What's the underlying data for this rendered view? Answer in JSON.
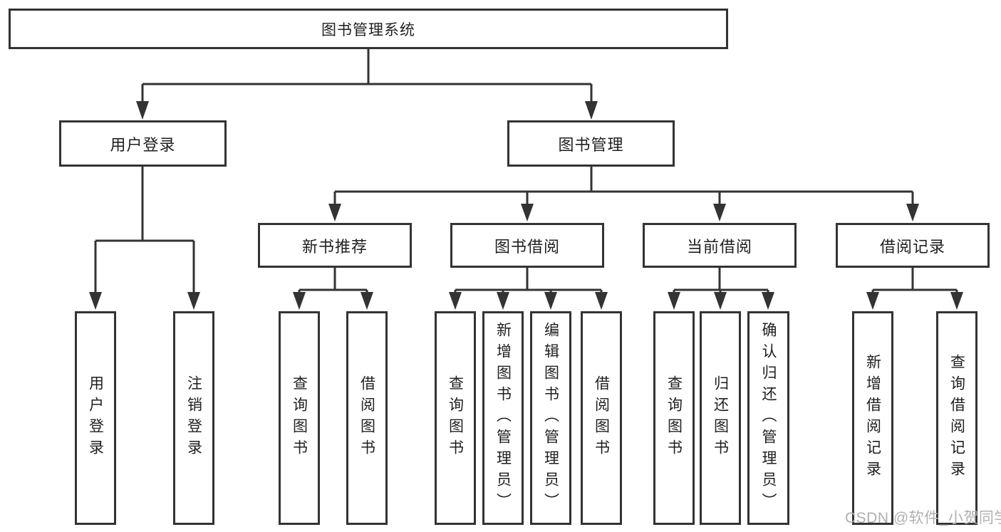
{
  "nodes": {
    "root": {
      "label": "图书管理系统"
    },
    "user_login": {
      "label": "用户登录"
    },
    "book_mgmt": {
      "label": "图书管理"
    },
    "new_book_rec": {
      "label": "新书推荐"
    },
    "book_borrow": {
      "label": "图书借阅"
    },
    "current_borrow": {
      "label": "当前借阅"
    },
    "borrow_records": {
      "label": "借阅记录"
    },
    "leaf_user_login": {
      "label": "用户登录"
    },
    "leaf_logout": {
      "label": "注销登录"
    },
    "leaf_nbr_query": {
      "label": "查询图书"
    },
    "leaf_nbr_borrow": {
      "label": "借阅图书"
    },
    "leaf_bb_query": {
      "label": "查询图书"
    },
    "leaf_bb_add": {
      "label": "新增图书（管理员）"
    },
    "leaf_bb_edit": {
      "label": "编辑图书（管理员）"
    },
    "leaf_bb_borrow": {
      "label": "借阅图书"
    },
    "leaf_cb_query": {
      "label": "查询图书"
    },
    "leaf_cb_return": {
      "label": "归还图书"
    },
    "leaf_cb_confirm": {
      "label": "确认归还（管理员）"
    },
    "leaf_br_add": {
      "label": "新增借阅记录"
    },
    "leaf_br_query": {
      "label": "查询借阅记录"
    }
  },
  "edges": [
    {
      "from": "图书管理系统",
      "to": "用户登录"
    },
    {
      "from": "图书管理系统",
      "to": "图书管理"
    },
    {
      "from": "用户登录",
      "to": "用户登录"
    },
    {
      "from": "用户登录",
      "to": "注销登录"
    },
    {
      "from": "图书管理",
      "to": "新书推荐"
    },
    {
      "from": "图书管理",
      "to": "图书借阅"
    },
    {
      "from": "图书管理",
      "to": "当前借阅"
    },
    {
      "from": "图书管理",
      "to": "借阅记录"
    },
    {
      "from": "新书推荐",
      "to": "查询图书"
    },
    {
      "from": "新书推荐",
      "to": "借阅图书"
    },
    {
      "from": "图书借阅",
      "to": "查询图书"
    },
    {
      "from": "图书借阅",
      "to": "新增图书（管理员）"
    },
    {
      "from": "图书借阅",
      "to": "编辑图书（管理员）"
    },
    {
      "from": "图书借阅",
      "to": "借阅图书"
    },
    {
      "from": "当前借阅",
      "to": "查询图书"
    },
    {
      "from": "当前借阅",
      "to": "归还图书"
    },
    {
      "from": "当前借阅",
      "to": "确认归还（管理员）"
    },
    {
      "from": "借阅记录",
      "to": "新增借阅记录"
    },
    {
      "from": "借阅记录",
      "to": "查询借阅记录"
    }
  ],
  "watermark": "CSDN @软件_小贺同学",
  "colors": {
    "line": "#333333",
    "text": "#1f1f1f",
    "watermark": "#b0b0b0",
    "background": "#ffffff"
  }
}
